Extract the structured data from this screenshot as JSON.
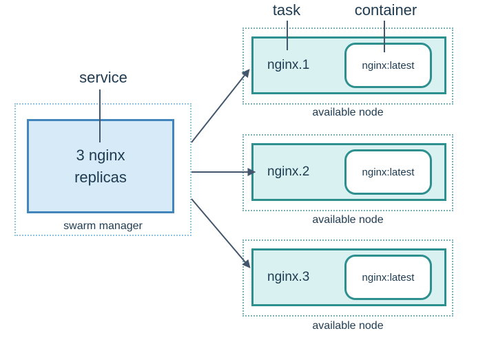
{
  "diagram": {
    "labels": {
      "service": "service",
      "task": "task",
      "container": "container"
    },
    "manager": {
      "service_box_line1": "3 nginx",
      "service_box_line2": "replicas",
      "caption": "swarm manager"
    },
    "nodes": [
      {
        "task_name": "nginx.1",
        "container_image": "nginx:latest",
        "caption": "available node"
      },
      {
        "task_name": "nginx.2",
        "container_image": "nginx:latest",
        "caption": "available node"
      },
      {
        "task_name": "nginx.3",
        "container_image": "nginx:latest",
        "caption": "available node"
      }
    ],
    "colors": {
      "background": "#ffffff",
      "service_box_fill": "#d6eaf8",
      "service_box_border": "#4185bc",
      "manager_dotted_border": "#8fc3de",
      "task_box_fill": "#d9f2f1",
      "task_box_border": "#2e8f8f",
      "node_dotted_border": "#79afb5",
      "container_box_fill": "#ffffff",
      "text": "#1e3a50",
      "arrow": "#44566b"
    }
  }
}
